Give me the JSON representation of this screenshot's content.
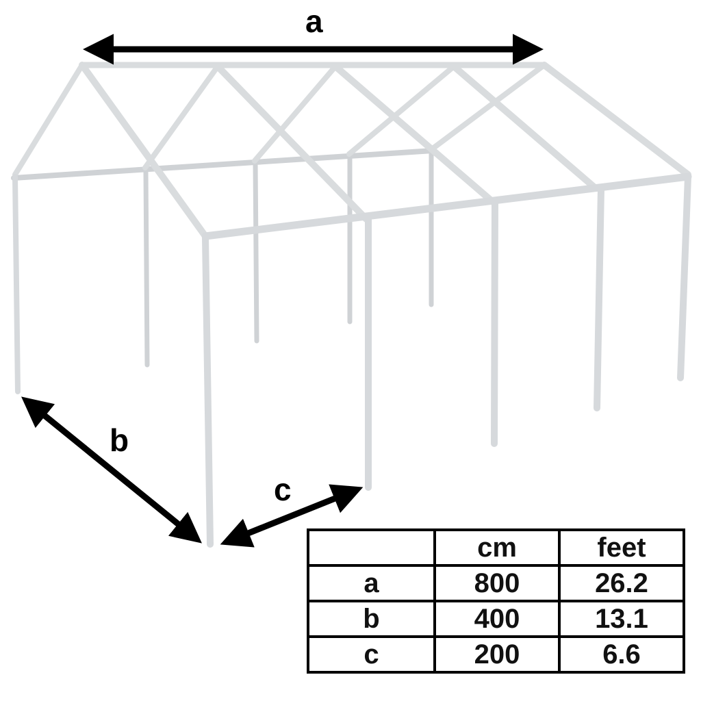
{
  "diagram": {
    "subject": "tent-frame",
    "dimension_labels": {
      "a": "a",
      "b": "b",
      "c": "c"
    },
    "colors": {
      "pipe": "#d9dcde",
      "pipe_dark": "#b9bcbf",
      "arrow": "#000000"
    }
  },
  "table": {
    "headers": [
      "",
      "cm",
      "feet"
    ],
    "rows": [
      {
        "label": "a",
        "cm": "800",
        "feet": "26.2"
      },
      {
        "label": "b",
        "cm": "400",
        "feet": "13.1"
      },
      {
        "label": "c",
        "cm": "200",
        "feet": "6.6"
      }
    ]
  }
}
